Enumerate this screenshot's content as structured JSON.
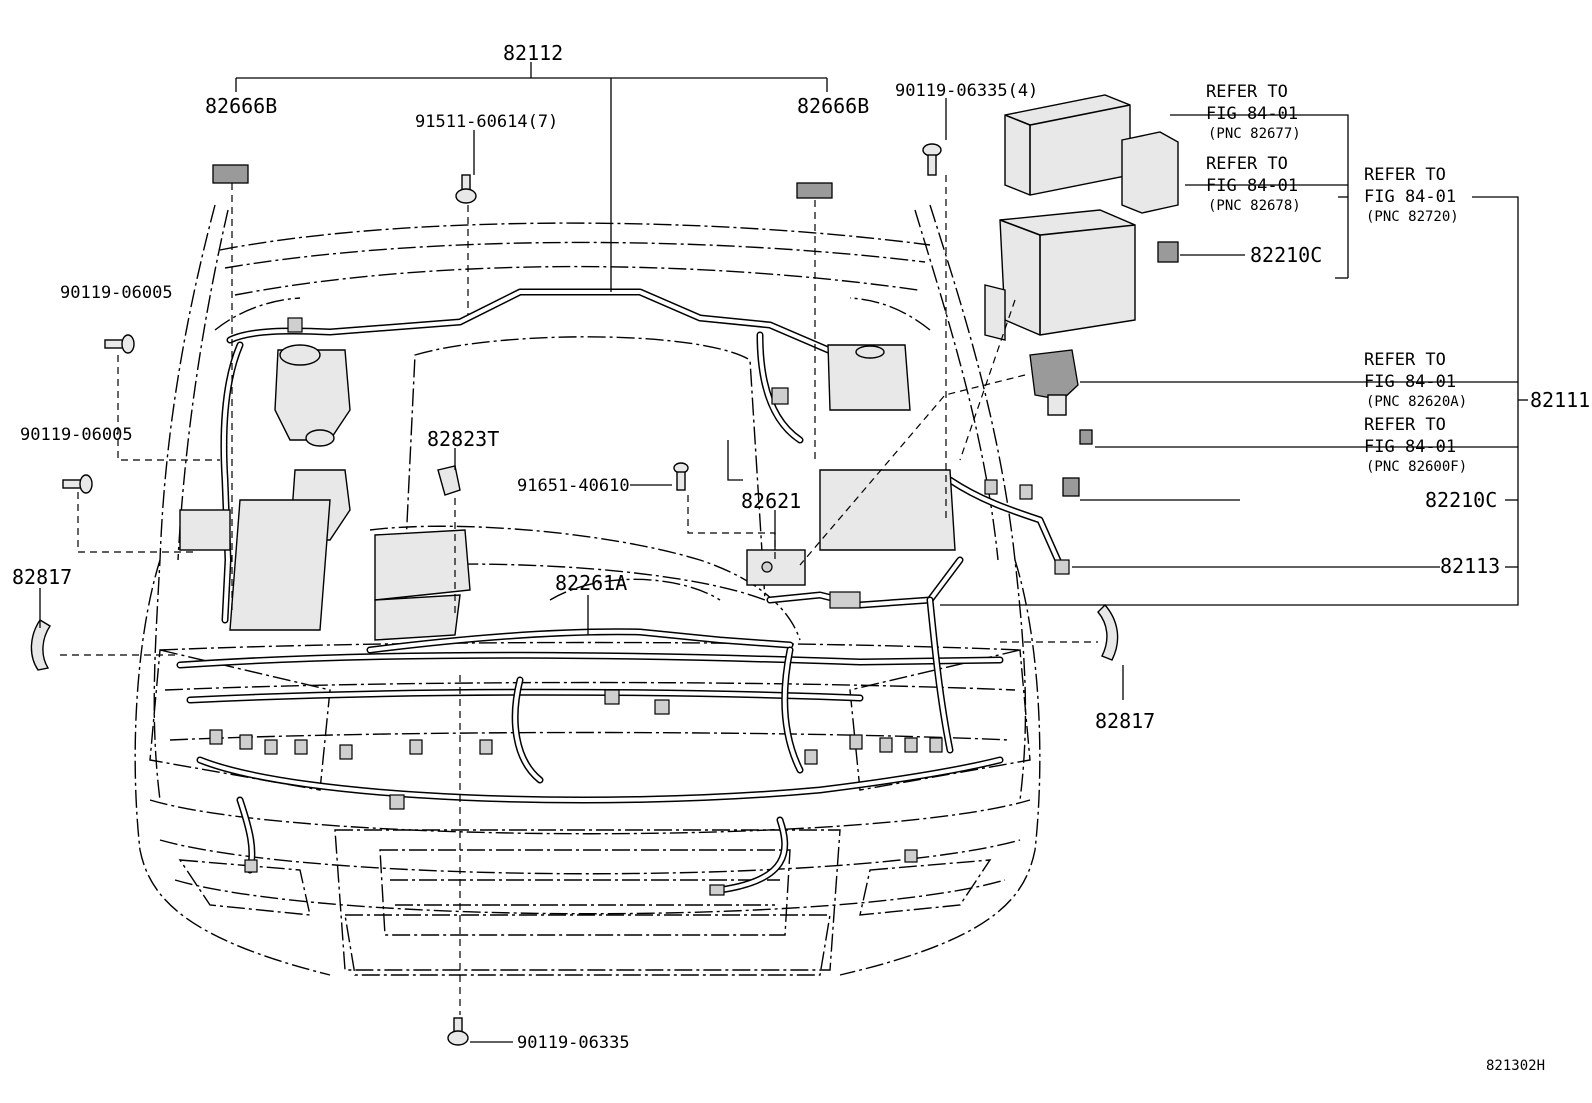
{
  "diagram": {
    "callouts": {
      "p82112": "82112",
      "p82666b_left": "82666B",
      "p82666b_right": "82666B",
      "p91511": "91511-60614(7)",
      "p90119_06335_4": "90119-06335(4)",
      "p90119_06005_a": "90119-06005",
      "p90119_06005_b": "90119-06005",
      "p82823t": "82823T",
      "p91651": "91651-40610",
      "p82621": "82621",
      "p82261a": "82261A",
      "p82817_left": "82817",
      "p82817_right": "82817",
      "p90119_06335": "90119-06335",
      "p82210c_top": "82210C",
      "p82210c_mid": "82210C",
      "p82111": "82111",
      "p82113": "82113"
    },
    "references": [
      {
        "line1": "REFER TO",
        "line2": "FIG 84-01",
        "pnc": "(PNC 82677)"
      },
      {
        "line1": "REFER TO",
        "line2": "FIG 84-01",
        "pnc": "(PNC 82678)"
      },
      {
        "line1": "REFER TO",
        "line2": "FIG 84-01",
        "pnc": "(PNC 82720)"
      },
      {
        "line1": "REFER TO",
        "line2": "FIG 84-01",
        "pnc": "(PNC 82620A)"
      },
      {
        "line1": "REFER TO",
        "line2": "FIG 84-01",
        "pnc": "(PNC 82600F)"
      }
    ],
    "figure_code": "821302H"
  }
}
